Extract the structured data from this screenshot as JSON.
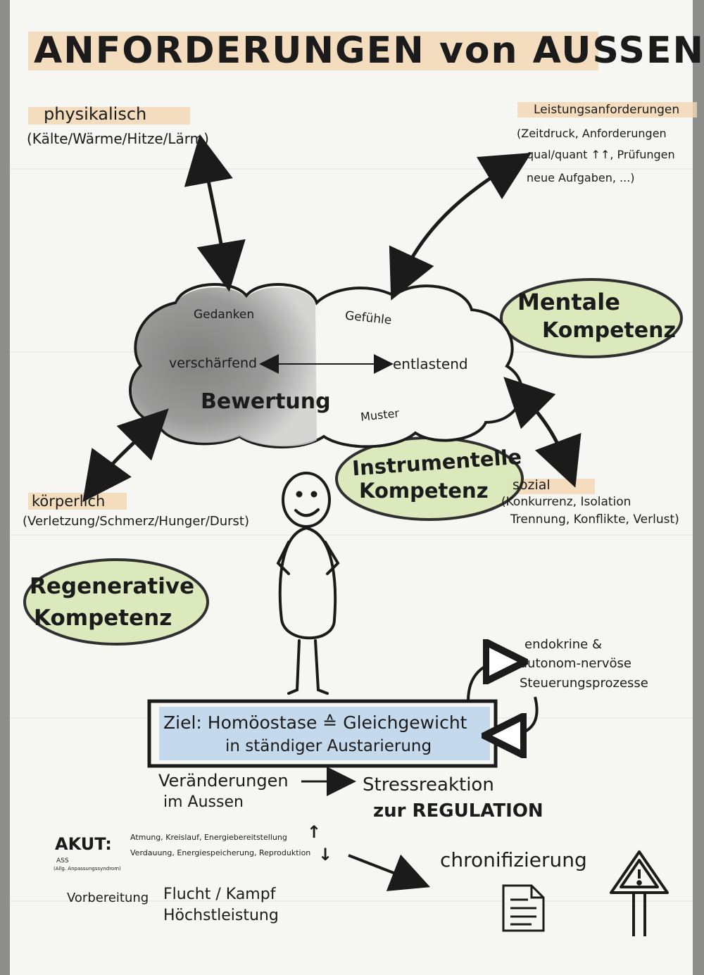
{
  "title": "ANFORDERUNGEN von AUSSEN",
  "physikalisch": {
    "label": "physikalisch",
    "detail": "(Kälte/Wärme/Hitze/Lärm)"
  },
  "leistung": {
    "label": "Leistungsanforderungen",
    "line1": "(Zeitdruck, Anforderungen",
    "line2": "qual/quant ↑↑, Prüfungen",
    "line3": "neue Aufgaben, ...)"
  },
  "cloud": {
    "gedanken": "Gedanken",
    "gefuehle": "Gefühle",
    "verschaerfend": "verschärfend",
    "entlastend": "entlastend",
    "bewertung": "Bewertung",
    "muster": "Muster"
  },
  "mentale": {
    "line1": "Mentale",
    "line2": "Kompetenz"
  },
  "instrumentelle": {
    "line1": "Instrumentelle",
    "line2": "Kompetenz"
  },
  "regenerative": {
    "line1": "Regenerative",
    "line2": "Kompetenz"
  },
  "koerperlich": {
    "label": "körperlich",
    "detail": "(Verletzung/Schmerz/Hunger/Durst)"
  },
  "sozial": {
    "label": "sozial",
    "line1": "(Konkurrenz, Isolation",
    "line2": "Trennung, Konflikte, Verlust)"
  },
  "endokrine": {
    "line1": "endokrine &",
    "line2": "autonom-nervöse",
    "line3": "Steuerungsprozesse"
  },
  "ziel": {
    "line1": "Ziel: Homöostase ≙ Gleichgewicht",
    "line2": "in ständiger Austarierung"
  },
  "veraenderungen": {
    "line1": "Veränderungen",
    "line2": "im Aussen"
  },
  "stress": {
    "line1": "Stressreaktion",
    "line2": "zur REGULATION"
  },
  "akut": {
    "label": "AKUT:",
    "ass": "ASS",
    "ass_full": "(Allg. Anpassungssyndrom)",
    "row1": "Atmung, Kreislauf, Energiebereitstellung",
    "row2": "Verdauung, Energiespeicherung, Reproduktion",
    "up": "↑",
    "down": "↓"
  },
  "vorbereitung": {
    "label": "Vorbereitung",
    "flucht": "Flucht / Kampf",
    "hoechst": "Höchstleistung"
  },
  "chronifizierung": "chronifizierung",
  "colors": {
    "paper": "#f6f6f3",
    "ink": "#1b1b1b",
    "highlight_orange": "#f3d7b0",
    "highlight_green": "#d9e8b8",
    "highlight_blue": "#bcd3ea",
    "cloud_gray": "#5c5c5c"
  }
}
